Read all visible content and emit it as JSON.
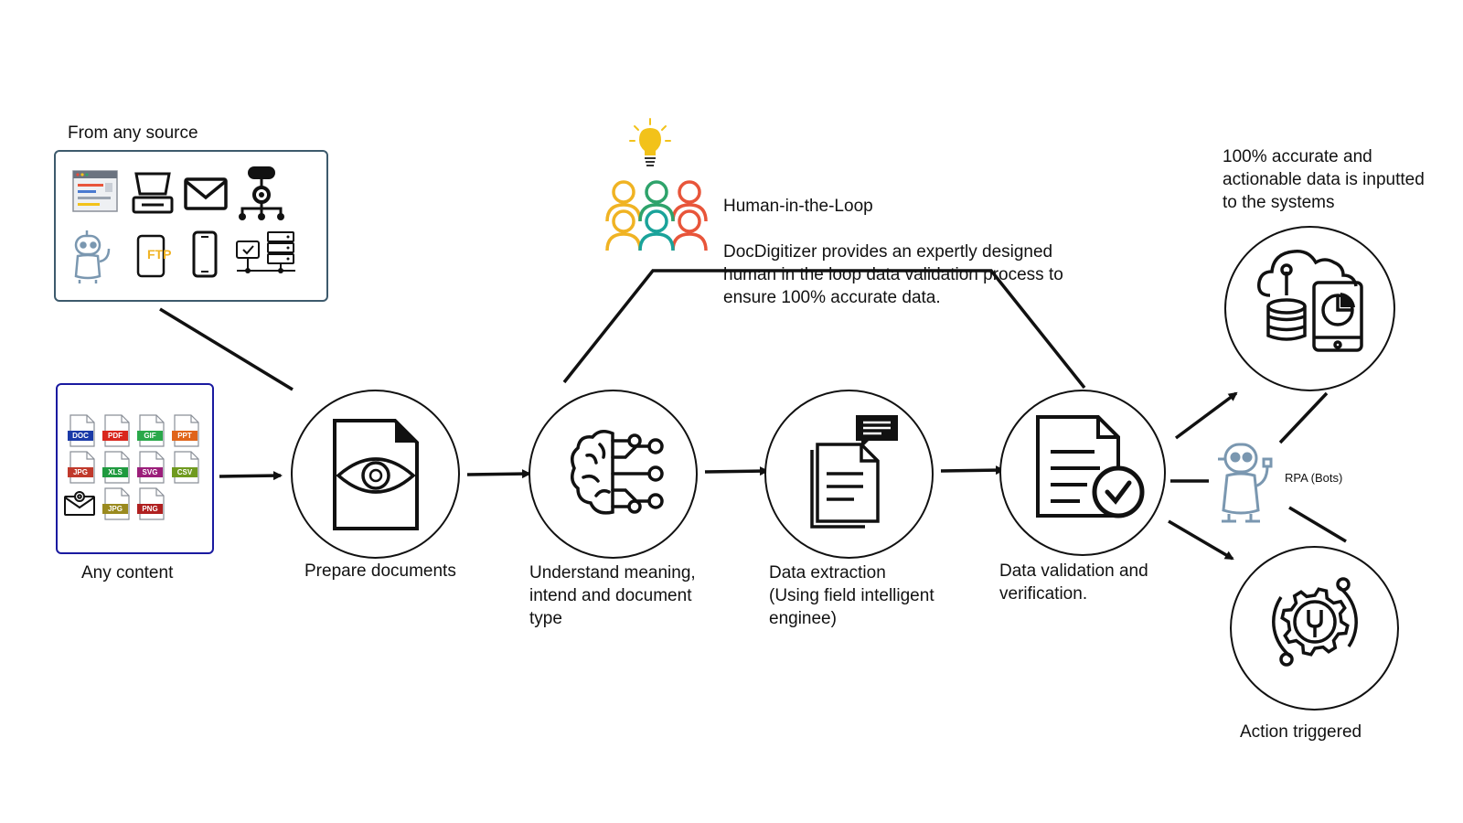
{
  "sources": {
    "title": "From any source"
  },
  "content": {
    "label": "Any content",
    "file_types": [
      "DOC",
      "PDF",
      "GIF",
      "PPT",
      "JPG",
      "XLS",
      "SVG",
      "CSV",
      "JPG",
      "PNG"
    ],
    "ftp_label": "FTP"
  },
  "steps": [
    {
      "label": "Prepare documents"
    },
    {
      "label": "Understand meaning,\nintend and document\ntype"
    },
    {
      "label": "Data extraction\n(Using field intelligent\nenginee)"
    },
    {
      "label": "Data validation and\nverification."
    }
  ],
  "hitl": {
    "title": "Human-in-the-Loop",
    "description": "DocDigitizer provides an expertly designed\nhuman in the loop data validation process to\nensure 100% accurate data."
  },
  "outputs": {
    "systems_label": "100% accurate and\nactionable data is inputted\nto the systems",
    "rpa_label": "RPA (Bots)",
    "action_label": "Action triggered"
  },
  "colors": {
    "source_box_border": "#3d5a6c",
    "content_box_border": "#1a1aa0",
    "doc": "#1a3aa8",
    "pdf": "#d9261c",
    "gif": "#2aa84a",
    "ppt": "#e0641a",
    "jpg": "#c0392b",
    "xls": "#1f9a3f",
    "svg": "#9b1e7a",
    "csv": "#6f9a1f",
    "jpg2": "#9a8a1f",
    "png": "#b02020",
    "bulb": "#f2c21a",
    "person_yellow": "#f0b323",
    "person_green": "#2ea36b",
    "person_orange": "#e8553a",
    "person_teal": "#1aa39a",
    "robot": "#7a97b0"
  }
}
